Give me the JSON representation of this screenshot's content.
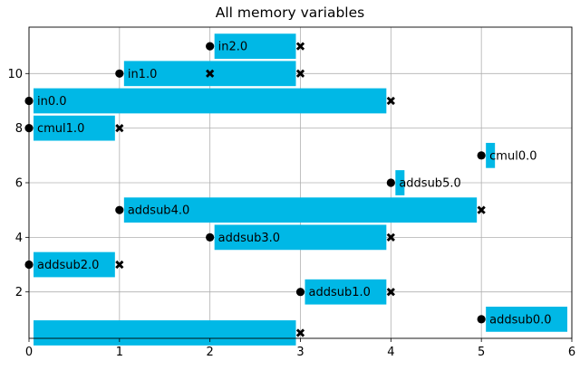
{
  "chart_data": {
    "type": "bar",
    "orientation": "horizontal",
    "title": "All memory variables",
    "xlabel": "",
    "ylabel": "",
    "xlim": [
      0,
      6
    ],
    "ylim": [
      0.3,
      11.7
    ],
    "xticks": [
      0,
      1,
      2,
      3,
      4,
      5,
      6
    ],
    "yticks": [
      2,
      4,
      6,
      8,
      10
    ],
    "grid": true,
    "bar_color": "#00b8e6",
    "bars": [
      {
        "label": "",
        "row": 0.5,
        "start": 0,
        "end": 3,
        "start_marker": false,
        "end_marker": true,
        "label_visible": false
      },
      {
        "label": "addsub0.0",
        "row": 1,
        "start": 5,
        "end": 6,
        "start_marker": true,
        "end_marker": false,
        "label_visible": true
      },
      {
        "label": "addsub1.0",
        "row": 2,
        "start": 3,
        "end": 4,
        "start_marker": true,
        "end_marker": true,
        "label_visible": true
      },
      {
        "label": "addsub2.0",
        "row": 3,
        "start": 0,
        "end": 1,
        "start_marker": true,
        "end_marker": true,
        "label_visible": true
      },
      {
        "label": "addsub3.0",
        "row": 4,
        "start": 2,
        "end": 4,
        "start_marker": true,
        "end_marker": true,
        "label_visible": true
      },
      {
        "label": "addsub4.0",
        "row": 5,
        "start": 1,
        "end": 5,
        "start_marker": true,
        "end_marker": true,
        "label_visible": true
      },
      {
        "label": "addsub5.0",
        "row": 6,
        "start": 4,
        "end": 4.1,
        "start_marker": true,
        "end_marker": false,
        "label_visible": true
      },
      {
        "label": "cmul0.0",
        "row": 7,
        "start": 5,
        "end": 5.1,
        "start_marker": true,
        "end_marker": false,
        "label_visible": true
      },
      {
        "label": "cmul1.0",
        "row": 8,
        "start": 0,
        "end": 1,
        "start_marker": true,
        "end_marker": true,
        "label_visible": true
      },
      {
        "label": "in0.0",
        "row": 9,
        "start": 0,
        "end": 4,
        "start_marker": true,
        "end_marker": true,
        "label_visible": true
      },
      {
        "label": "in1.0",
        "row": 10,
        "start": 1,
        "end": 3,
        "start_marker": true,
        "end_marker": true,
        "label_visible": true,
        "extra_end_markers": [
          2
        ]
      },
      {
        "label": "in2.0",
        "row": 11,
        "start": 2,
        "end": 3,
        "start_marker": true,
        "end_marker": true,
        "label_visible": true
      }
    ]
  }
}
